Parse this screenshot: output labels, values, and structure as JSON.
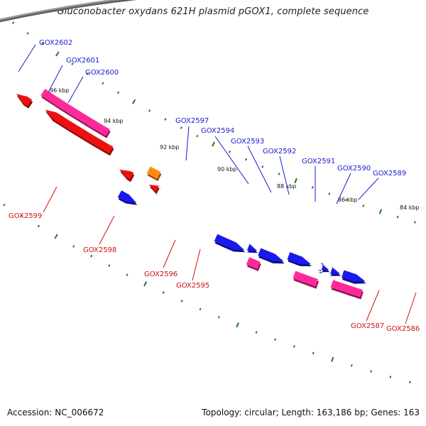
{
  "title": "Gluconobacter oxydans 621H plasmid pGOX1, complete sequence",
  "footer": {
    "accession": "Accession: NC_006672",
    "summary": "Topology: circular; Length: 163,186 bp; Genes: 163"
  },
  "colors": {
    "backbone": "#8a8a8a",
    "tick": "#1a7a1a",
    "label_forward": "#1a1acc",
    "label_reverse": "#d01010",
    "gene_blue": "#1a1aee",
    "gene_red": "#ee1010",
    "gene_pink": "#ff2a9a",
    "gene_orange": "#ff8a10",
    "gene_gray": "#7a7a7a"
  },
  "scale_labels": [
    "96 kbp",
    "94 kbp",
    "92 kbp",
    "90 kbp",
    "88 kbp",
    "86 kbp",
    "84 kbp"
  ],
  "gene_labels_forward": [
    "GOX2602",
    "GOX2601",
    "GOX2600",
    "GOX2597",
    "GOX2594",
    "GOX2593",
    "GOX2592",
    "GOX2591",
    "GOX2590",
    "GOX2589"
  ],
  "gene_labels_reverse": [
    "GOX2599",
    "GOX2598",
    "GOX2596",
    "GOX2595",
    "GOX2587",
    "GOX2586"
  ]
}
